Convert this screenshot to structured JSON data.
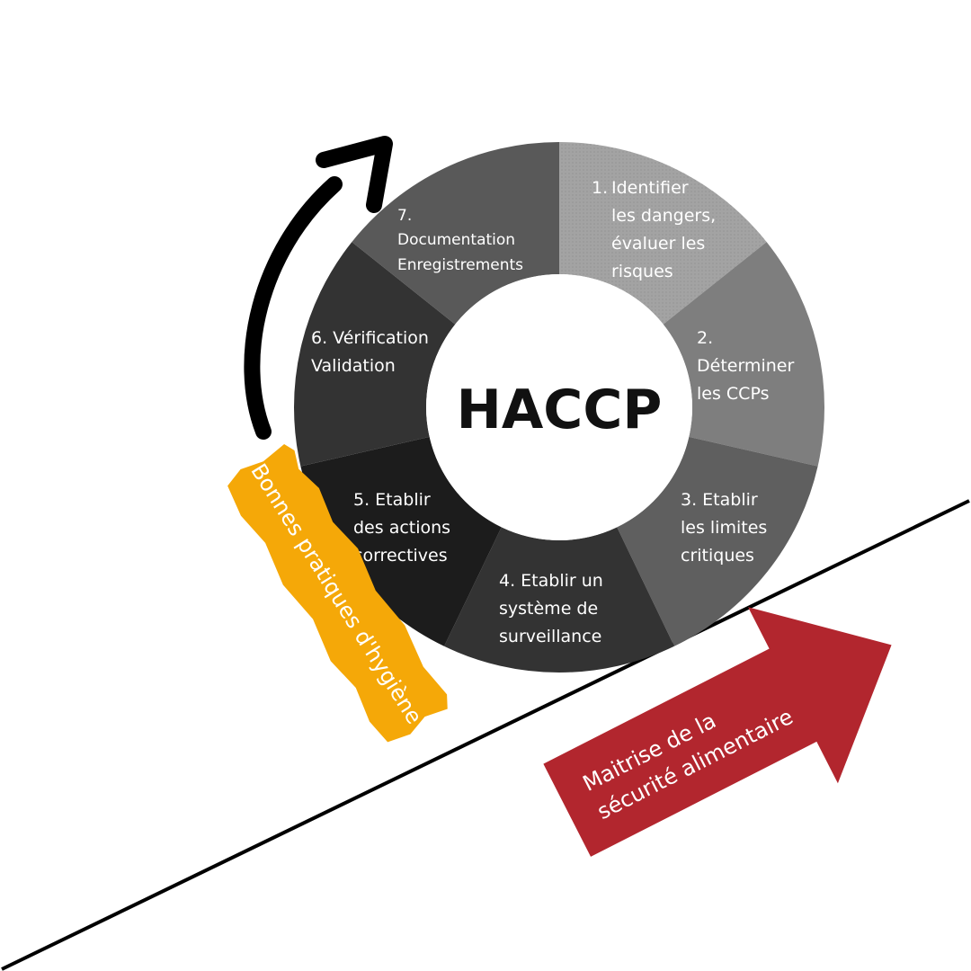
{
  "center": {
    "title": "HACCP"
  },
  "steps": [
    {
      "lines": [
        "1.",
        "Identifier",
        "les dangers,",
        "évaluer les",
        "risques"
      ]
    },
    {
      "lines": [
        "2.",
        "Déterminer",
        "les CCPs"
      ]
    },
    {
      "lines": [
        "3. Etablir",
        "les limites",
        "critiques"
      ]
    },
    {
      "lines": [
        "4. Etablir un",
        "système de",
        "surveillance"
      ]
    },
    {
      "lines": [
        "5. Etablir",
        "des actions",
        "correctives"
      ]
    },
    {
      "lines": [
        "6. Vérification",
        "Validation"
      ]
    },
    {
      "lines": [
        "7.",
        "Documentation",
        "Enregistrements"
      ]
    }
  ],
  "banners": {
    "hygiene": "Bonnes pratiques d'hygiène",
    "safety_line1": "Maitrise de la",
    "safety_line2": "sécurité alimentaire"
  },
  "colors": {
    "step1": "#a3a3a3",
    "step2": "#7e7e7e",
    "step3": "#5f5f5f",
    "step4": "#333333",
    "step5": "#1c1c1c",
    "step6": "#333333",
    "step7": "#595959",
    "hygiene_banner": "#f5a808",
    "safety_arrow": "#b2262e"
  }
}
